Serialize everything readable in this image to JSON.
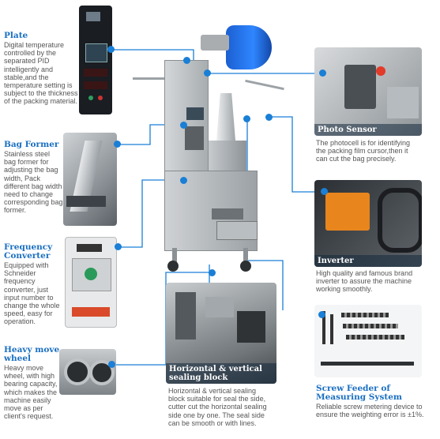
{
  "colors": {
    "accent": "#1a7fd6",
    "title": "#1a6fc2",
    "text": "#555555"
  },
  "features": {
    "plate": {
      "title": "Plate",
      "desc": "Digital temperature controlled by the separated PID intelligently and stable,and the temperature setting is subject to the thickness of the packing material."
    },
    "bag_former": {
      "title": "Bag Former",
      "desc": "Stainless steel bag former for adjusting the bag width, Pack different bag width need to change corresponding bag former."
    },
    "frequency_converter": {
      "title": "Frequency Converter",
      "desc": "Equipped with Schneider frequency converter, just input number to change the whole speed, easy for operation."
    },
    "heavy_move_wheel": {
      "title": "Heavy move wheel",
      "desc": "Heavy move wheel, with high bearing capacity, which makes the machine easily move as per client's request."
    },
    "photo_sensor": {
      "title": "Photo Sensor",
      "desc": "The photocell is for identifying the packing film cursor,then it can cut the bag precisely."
    },
    "inverter": {
      "title": "Inverter",
      "desc": "High quality and famous brand inverter to assure the machine working smoothly."
    },
    "sealing_block": {
      "title": "Horizontal & vertical sealing block",
      "desc": "Horizontal & vertical sealing block suitable for seal the side, cutter cut the horizontal sealing side one by one. The seal side can be smooth or with lines."
    },
    "screw_feeder": {
      "title": "Screw Feeder of Measuring System",
      "desc": "Reliable screw metering device to ensure the weighting error is  ±1%."
    }
  }
}
